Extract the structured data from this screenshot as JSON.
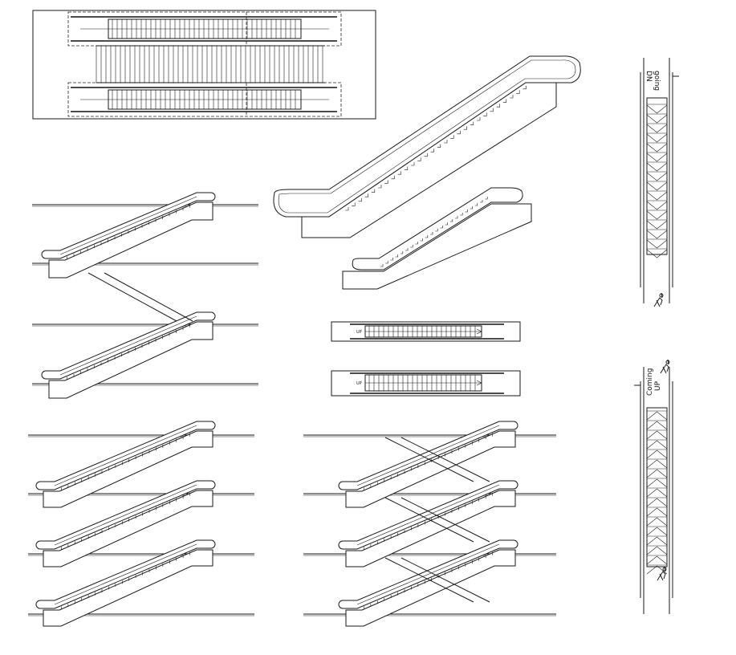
{
  "drawing": {
    "labels": {
      "going": "going",
      "dn": "DN",
      "coming": "Coming",
      "up": "UP",
      "plan_up_1": "UP",
      "plan_up_2": "UP"
    }
  }
}
